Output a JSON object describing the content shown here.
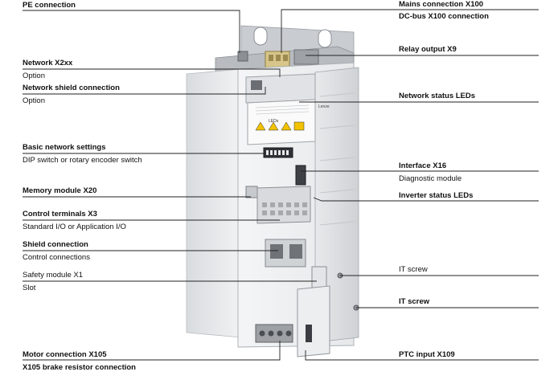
{
  "labels": {
    "pe_connection": "PE connection",
    "network_x2xx": "Network X2xx",
    "network_x2xx_sub": "Option",
    "network_shield": "Network shield connection",
    "network_shield_sub": "Option",
    "basic_network": "Basic network settings",
    "basic_network_sub": "DIP switch or rotary encoder switch",
    "memory_module": "Memory module X20",
    "control_terminals": "Control terminals X3",
    "control_terminals_sub": "Standard I/O or Application I/O",
    "shield_connection": "Shield connection",
    "shield_connection_sub": "Control connections",
    "safety_module": "Safety module X1",
    "safety_module_sub": "Slot",
    "motor_connection": "Motor connection X105",
    "brake_resistor": "X105 brake resistor connection",
    "mains_connection": "Mains connection X100",
    "dc_bus": "DC-bus X100 connection",
    "relay_output": "Relay output X9",
    "network_status_leds": "Network status LEDs",
    "interface_x16": "Interface X16",
    "interface_x16_sub": "Diagnostic module",
    "inverter_status_leds": "Inverter status LEDs",
    "it_screw_1": "IT screw",
    "it_screw_2": "IT screw",
    "ptc_input": "PTC input X109"
  },
  "device": {
    "leds_panel_text": "LEDs",
    "brand_text": "Lenze"
  }
}
